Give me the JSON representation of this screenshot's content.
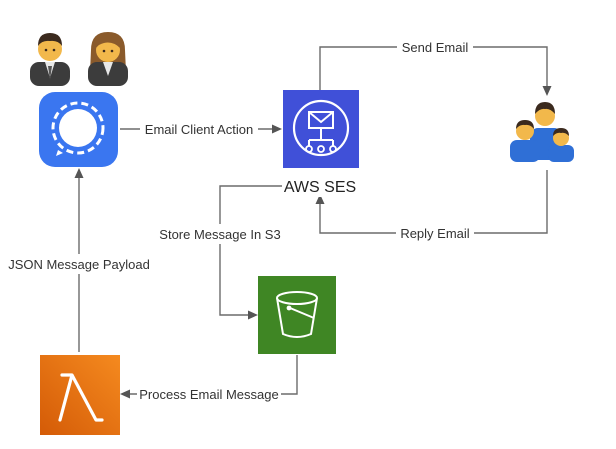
{
  "nodes": {
    "signal": {
      "name": "Signal",
      "color": "#3a76f0"
    },
    "ses": {
      "label": "AWS SES",
      "color": "#4050d8"
    },
    "s3": {
      "name": "S3 Bucket",
      "color": "#3f8624"
    },
    "lambda": {
      "name": "Lambda",
      "color_top": "#f58a1f",
      "color_bottom": "#d45b07"
    },
    "users": {
      "icons": [
        "man-office-worker-icon",
        "woman-office-worker-icon"
      ]
    },
    "recipients": {
      "icons": [
        "family-icon"
      ]
    }
  },
  "edges": {
    "email_client_action": "Email Client Action",
    "send_email": "Send Email",
    "reply_email": "Reply Email",
    "store_message": "Store Message In S3",
    "json_payload": "JSON Message Payload",
    "process_email": "Process Email Message"
  },
  "colors": {
    "connector": "#6b6b6b",
    "text": "#333333"
  }
}
